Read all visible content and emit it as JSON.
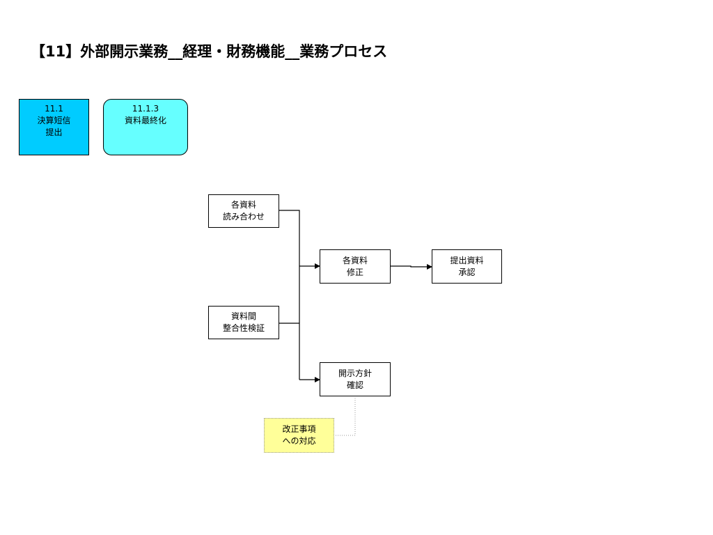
{
  "title": "【11】外部開示業務__経理・財務機能__業務プロセス",
  "process": {
    "number": "11.1",
    "line1": "決算短信",
    "line2": "提出"
  },
  "subprocess": {
    "number": "11.1.3",
    "line1": "資料最終化"
  },
  "steps": {
    "read_through": {
      "line1": "各資料",
      "line2": "読み合わせ"
    },
    "consistency_check": {
      "line1": "資料間",
      "line2": "整合性検証"
    },
    "revise": {
      "line1": "各資料",
      "line2": "修正"
    },
    "approve": {
      "line1": "提出資料",
      "line2": "承認"
    },
    "policy_confirm": {
      "line1": "開示方針",
      "line2": "確認"
    }
  },
  "note": {
    "line1": "改正事項",
    "line2": "への対応"
  },
  "colors": {
    "process_fill": "#00ccff",
    "subprocess_fill": "#66ffff",
    "note_fill": "#ffff99",
    "line": "#000000",
    "note_line": "#999999"
  }
}
